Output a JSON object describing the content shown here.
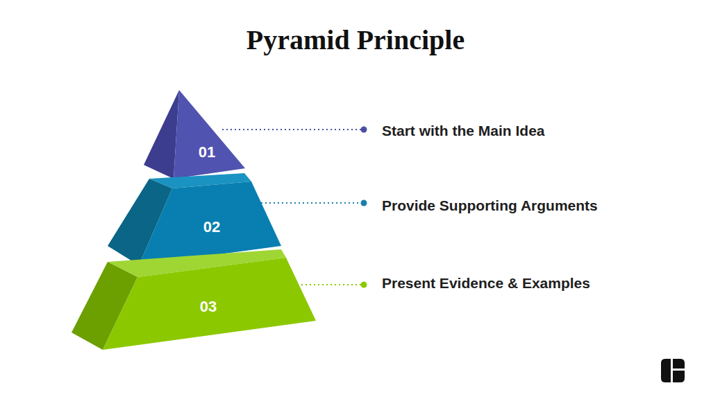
{
  "diagram": {
    "title": "Pyramid Principle",
    "nodes": [
      {
        "text": [
          "01"
        ]
      },
      {
        "text": [
          "02"
        ]
      },
      {
        "text": [
          "03"
        ]
      }
    ],
    "labels": [
      "Start with the Main Idea",
      "Provide Supporting Arguments",
      "Present Evidence & Examples"
    ]
  }
}
